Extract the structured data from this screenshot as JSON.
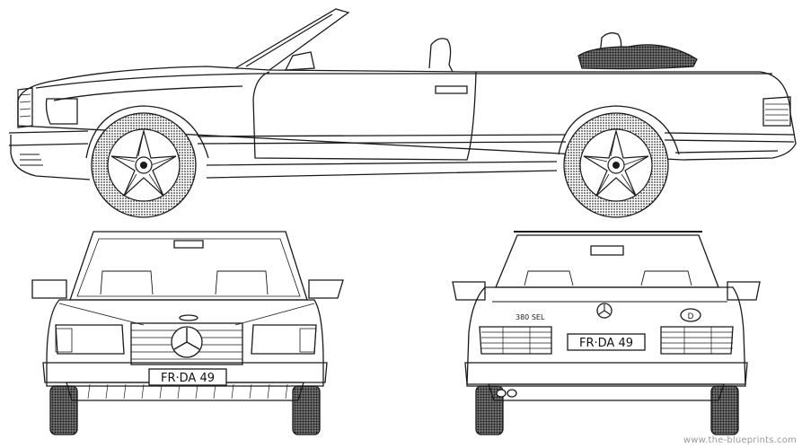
{
  "views": {
    "side": {},
    "front": {
      "plate": "FR·DA 49"
    },
    "rear": {
      "plate": "FR·DA 49",
      "model_badge": "380 SEL",
      "country_badge": "D"
    }
  },
  "watermark": "www.the-blueprints.com",
  "colors": {
    "line": "#1a1a1a",
    "background": "#ffffff",
    "watermark": "#9a9a9a"
  }
}
